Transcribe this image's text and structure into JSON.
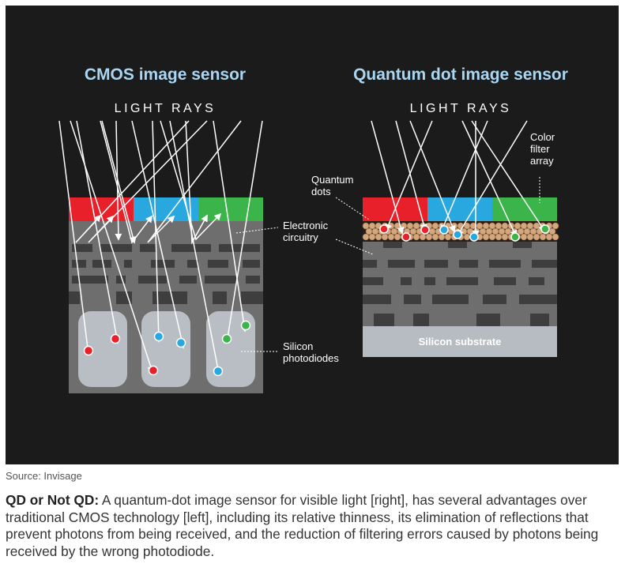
{
  "diagram": {
    "left_panel": {
      "title": "CMOS image sensor",
      "rays_label": "LIGHT RAYS",
      "label_circuitry": [
        "Electronic",
        "circuitry"
      ],
      "label_photodiodes": [
        "Silicon",
        "photodiodes"
      ]
    },
    "right_panel": {
      "title": "Quantum dot image sensor",
      "rays_label": "LIGHT RAYS",
      "label_cfa": [
        "Color",
        "filter",
        "array"
      ],
      "label_qd": [
        "Quantum",
        "dots"
      ],
      "label_substrate": "Silicon substrate"
    },
    "colors": {
      "background": "#1b1b1b",
      "title": "#a9d7f3",
      "filter_red": "#e8202a",
      "filter_blue": "#29a8e0",
      "filter_green": "#3bb54a",
      "quantum_dots": "#d4a87f",
      "circuitry": "#6e6e6e",
      "substrate": "#b7bcc2"
    }
  },
  "source": "Source: Invisage",
  "caption": {
    "lead": "QD or Not QD:",
    "text": " A quantum-dot image sensor for visible light [right], has several advantages over traditional CMOS technology [left], including its relative thinness, its elimination of reflections that prevent photons from being received, and the reduction of filtering errors caused by photons being received by the wrong photodiode."
  }
}
